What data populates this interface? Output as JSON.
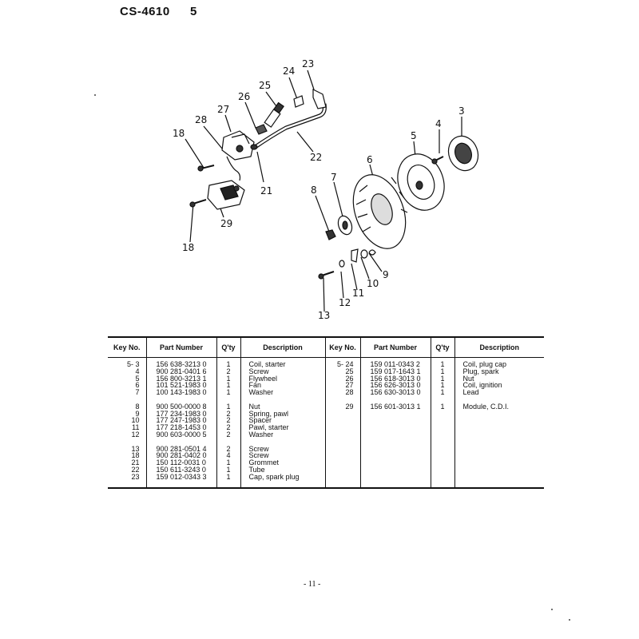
{
  "header": {
    "model": "CS-4610",
    "section": "5"
  },
  "diagram": {
    "callouts": [
      "23",
      "24",
      "25",
      "26",
      "27",
      "28",
      "18",
      "21",
      "22",
      "29",
      "18",
      "7",
      "6",
      "5",
      "4",
      "3",
      "8",
      "9",
      "10",
      "11",
      "12",
      "13"
    ]
  },
  "table": {
    "headers": [
      "Key No.",
      "Part Number",
      "Q'ty",
      "Description",
      "Key No.",
      "Part Number",
      "Q'ty",
      "Description"
    ],
    "left_groups": [
      [
        {
          "key": "5- 3",
          "pn": "156 638-3213 0",
          "qty": "1",
          "desc": "Coil, starter"
        },
        {
          "key": "4",
          "pn": "900 281-0401 6",
          "qty": "2",
          "desc": "Screw"
        },
        {
          "key": "5",
          "pn": "156 800-3213 1",
          "qty": "1",
          "desc": "Flywheel"
        },
        {
          "key": "6",
          "pn": "101 521-1983 0",
          "qty": "1",
          "desc": "Fan"
        },
        {
          "key": "7",
          "pn": "100 143-1983 0",
          "qty": "1",
          "desc": "Washer"
        }
      ],
      [
        {
          "key": "8",
          "pn": "900 500-0000 8",
          "qty": "1",
          "desc": "Nut"
        },
        {
          "key": "9",
          "pn": "177 234-1983 0",
          "qty": "2",
          "desc": "Spring, pawl"
        },
        {
          "key": "10",
          "pn": "177 247-1983 0",
          "qty": "2",
          "desc": "Spacer"
        },
        {
          "key": "11",
          "pn": "177 218-1453 0",
          "qty": "2",
          "desc": "Pawl, starter"
        },
        {
          "key": "12",
          "pn": "900 603-0000 5",
          "qty": "2",
          "desc": "Washer"
        }
      ],
      [
        {
          "key": "13",
          "pn": "900 281-0501 4",
          "qty": "2",
          "desc": "Screw"
        },
        {
          "key": "18",
          "pn": "900 281-0402 0",
          "qty": "4",
          "desc": "Screw"
        },
        {
          "key": "21",
          "pn": "150 112-0031 0",
          "qty": "1",
          "desc": "Grommet"
        },
        {
          "key": "22",
          "pn": "150 611-3243 0",
          "qty": "1",
          "desc": "Tube"
        },
        {
          "key": "23",
          "pn": "159 012-0343 3",
          "qty": "1",
          "desc": "Cap, spark plug"
        }
      ]
    ],
    "right_groups": [
      [
        {
          "key": "5- 24",
          "pn": "159 011-0343 2",
          "qty": "1",
          "desc": "Coil, plug cap"
        },
        {
          "key": "25",
          "pn": "159 017-1643 1",
          "qty": "1",
          "desc": "Plug, spark"
        },
        {
          "key": "26",
          "pn": "156 618-3013 0",
          "qty": "1",
          "desc": "Nut"
        },
        {
          "key": "27",
          "pn": "156 626-3013 0",
          "qty": "1",
          "desc": "Coil, ignition"
        },
        {
          "key": "28",
          "pn": "156 630-3013 0",
          "qty": "1",
          "desc": "Lead"
        }
      ],
      [
        {
          "key": "29",
          "pn": "156 601-3013 1",
          "qty": "1",
          "desc": "Module, C.D.I."
        }
      ]
    ]
  },
  "footer": {
    "page": "- 11 -"
  }
}
